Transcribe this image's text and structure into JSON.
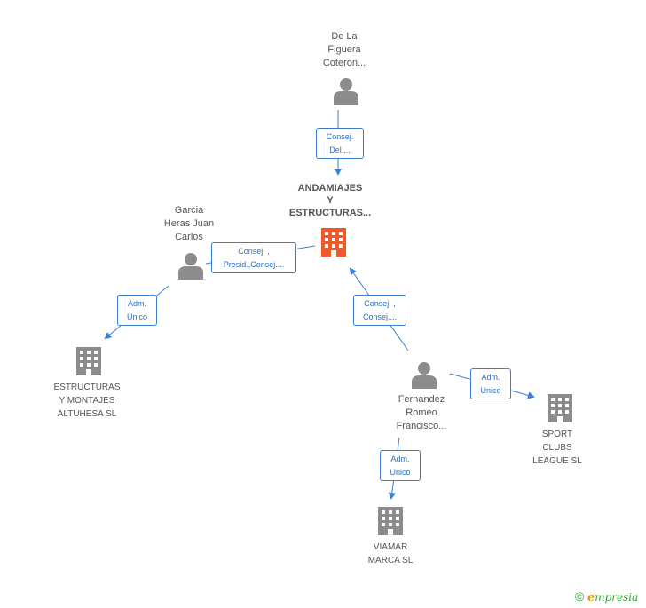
{
  "nodes": {
    "de_la_figuera": {
      "label": "De La\nFiguera\nCoteron..."
    },
    "andamiajes": {
      "label": "ANDAMIAJES\nY\nESTRUCTURAS..."
    },
    "garcia_heras": {
      "label": "Garcia\nHeras Juan\nCarlos"
    },
    "estructuras_altuhesa": {
      "label": "ESTRUCTURAS\nY MONTAJES\nALTUHESA SL"
    },
    "fernandez_romeo": {
      "label": "Fernandez\nRomeo\nFrancisco..."
    },
    "sport_clubs": {
      "label": "SPORT\nCLUBS\nLEAGUE SL"
    },
    "viamar": {
      "label": "VIAMAR\nMARCA SL"
    }
  },
  "relations": {
    "delafiguera_andamiajes": "Consej.\nDel....",
    "garcia_andamiajes": "Consej. ,\nPresid.,Consej....",
    "garcia_estructuras": "Adm.\nUnico",
    "fernandez_andamiajes": "Consej. ,\nConsej....",
    "fernandez_sport": "Adm.\nUnico",
    "fernandez_viamar": "Adm.\nUnico"
  },
  "colors": {
    "person": "#8c8c8c",
    "company": "#8c8c8c",
    "focus_company": "#f0592a",
    "edge": "#3a7fd5"
  },
  "footer": {
    "copyright": "©",
    "brand_initial": "e",
    "brand_rest": "mpresia"
  }
}
